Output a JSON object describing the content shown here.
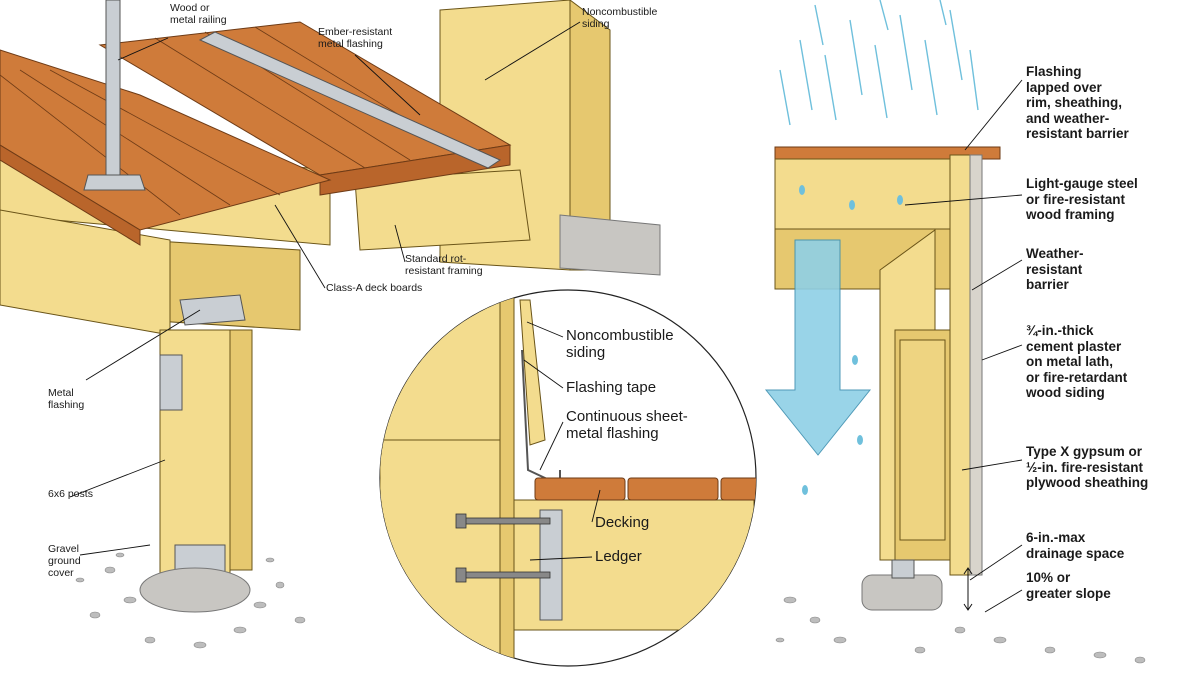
{
  "left_panel": {
    "labels": {
      "railing": "Wood or\nmetal railing",
      "ember_flashing": "Ember-resistant\nmetal flashing",
      "noncombustible_siding": "Noncombustible\nsiding",
      "standard_framing": "Standard rot-\nresistant framing",
      "deck_boards": "Class-A deck boards",
      "metal_flashing": "Metal\nflashing",
      "posts": "6x6 posts",
      "gravel": "Gravel\nground\ncover"
    }
  },
  "detail_circle": {
    "labels": {
      "siding": "Noncombustible\nsiding",
      "flashing_tape": "Flashing tape",
      "sheet_metal": "Continuous sheet-\nmetal flashing",
      "decking": "Decking",
      "ledger": "Ledger"
    }
  },
  "right_panel": {
    "labels": {
      "flashing_lapped": "Flashing\nlapped over\nrim, sheathing,\nand weather-\nresistant barrier",
      "steel_framing": "Light-gauge steel\nor fire-resistant\nwood framing",
      "wrb": "Weather-\nresistant\nbarrier",
      "plaster": "¾-in.-thick\ncement plaster\non metal lath,\nor fire-retardant\nwood siding",
      "gypsum": "Type X gypsum or\n½-in. fire-resistant\nplywood sheathing",
      "drainage": "6-in.-max\ndrainage space",
      "slope": "10% or\ngreater slope"
    }
  },
  "colors": {
    "wood": "#f3dc8e",
    "decking": "#cf7b3a",
    "steel": "#c9ced3",
    "water": "#6fc0dc"
  }
}
